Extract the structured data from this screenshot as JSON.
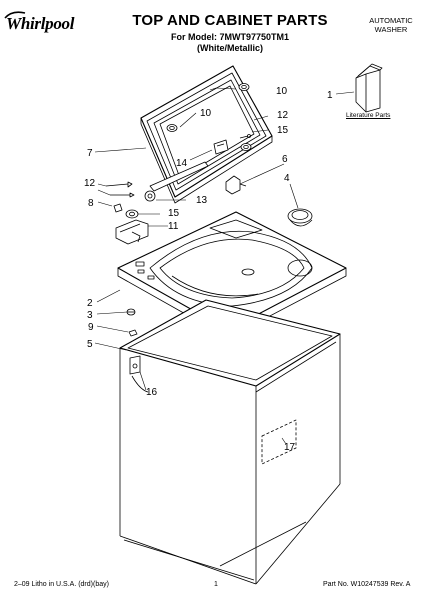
{
  "header": {
    "brand": "Whirlpool",
    "title": "TOP AND CABINET PARTS",
    "model_line": "For Model: 7MWT97750TM1",
    "color_line": "(White/Metallic)",
    "product_type_line1": "AUTOMATIC",
    "product_type_line2": "WASHER"
  },
  "literature_label": "Literature Parts",
  "callouts": {
    "c1": "1",
    "c2": "2",
    "c3": "3",
    "c4": "4",
    "c5": "5",
    "c6": "6",
    "c7": "7",
    "c8": "8",
    "c9": "9",
    "c10a": "10",
    "c10b": "10",
    "c11": "11",
    "c12a": "12",
    "c12b": "12",
    "c13": "13",
    "c14": "14",
    "c15a": "15",
    "c15b": "15",
    "c16": "16",
    "c17": "17"
  },
  "footer": {
    "litho": "2–09 Litho in U.S.A. (drd)(bay)",
    "page": "1",
    "part_no": "Part No. W10247539 Rev. A"
  }
}
